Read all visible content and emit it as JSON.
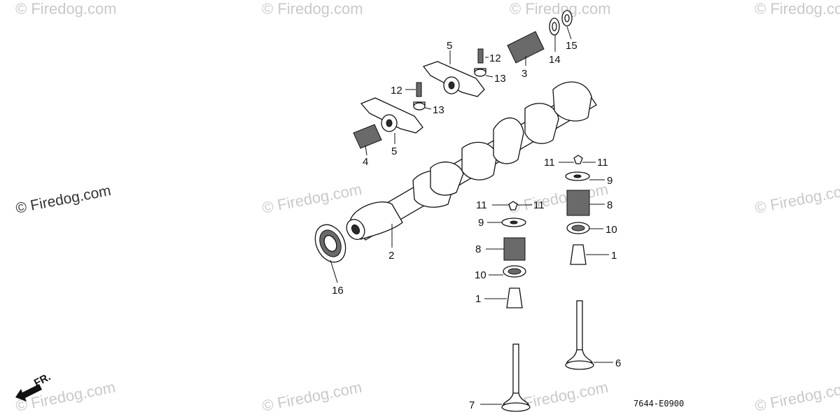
{
  "watermark": "© Firedog.com",
  "diagram_code": "7644-E0900",
  "direction_label": "FR.",
  "callouts": {
    "c1a": "1",
    "c1b": "1",
    "c2": "2",
    "c3": "3",
    "c4": "4",
    "c5a": "5",
    "c5b": "5",
    "c6": "6",
    "c7": "7",
    "c8a": "8",
    "c8b": "8",
    "c9a": "9",
    "c9b": "9",
    "c10a": "10",
    "c10b": "10",
    "c11a": "11",
    "c11b": "11",
    "c11c": "11",
    "c11d": "11",
    "c12a": "12",
    "c12b": "12",
    "c13a": "13",
    "c13b": "13",
    "c14": "14",
    "c15": "15",
    "c16": "16"
  }
}
